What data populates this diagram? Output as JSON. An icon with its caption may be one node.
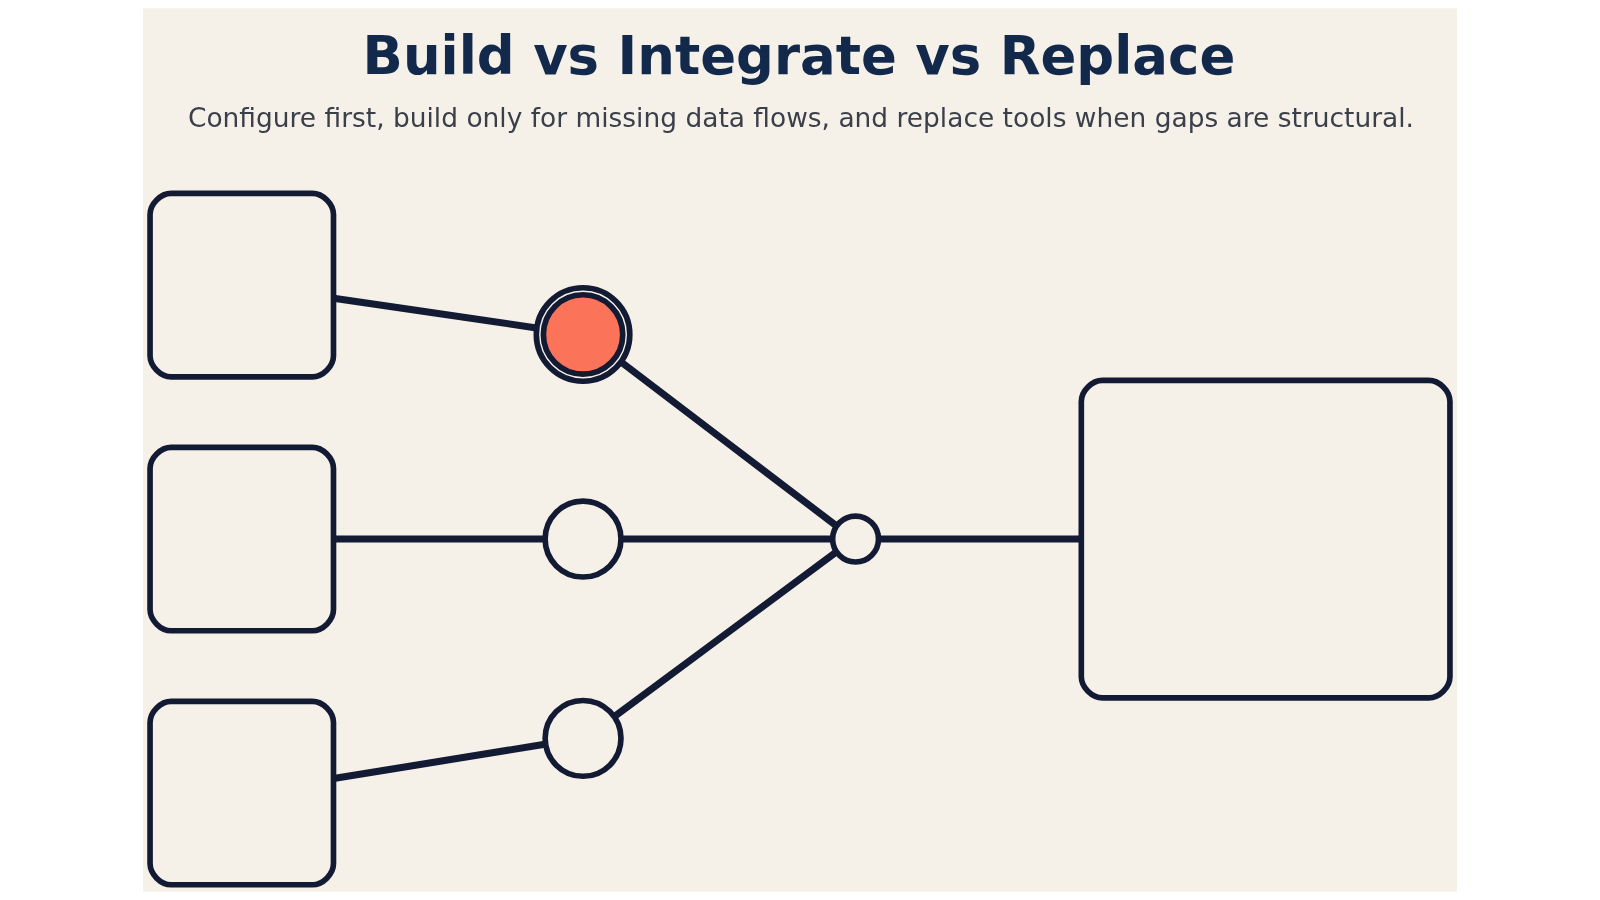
{
  "diagram": {
    "title": "Build vs Integrate vs Replace",
    "caption": "Configure first, build only for missing data flows, and replace tools when gaps are structural.",
    "nodes": [
      {
        "text": [],
        "shape": "box"
      },
      {
        "text": [],
        "shape": "box"
      },
      {
        "text": [],
        "shape": "box"
      },
      {
        "text": [],
        "shape": "circle"
      },
      {
        "text": [],
        "shape": "circle"
      },
      {
        "text": [],
        "shape": "circle"
      },
      {
        "text": [],
        "shape": "circle"
      },
      {
        "text": [],
        "shape": "box"
      }
    ],
    "edges": [
      {
        "from": 0,
        "to": 3,
        "arrow": "none"
      },
      {
        "from": 3,
        "to": 6,
        "arrow": "none"
      },
      {
        "from": 1,
        "to": 4,
        "arrow": "none"
      },
      {
        "from": 4,
        "to": 6,
        "arrow": "none"
      },
      {
        "from": 2,
        "to": 5,
        "arrow": "none"
      },
      {
        "from": 5,
        "to": 6,
        "arrow": "none"
      },
      {
        "from": 6,
        "to": 7,
        "arrow": "none"
      }
    ]
  }
}
